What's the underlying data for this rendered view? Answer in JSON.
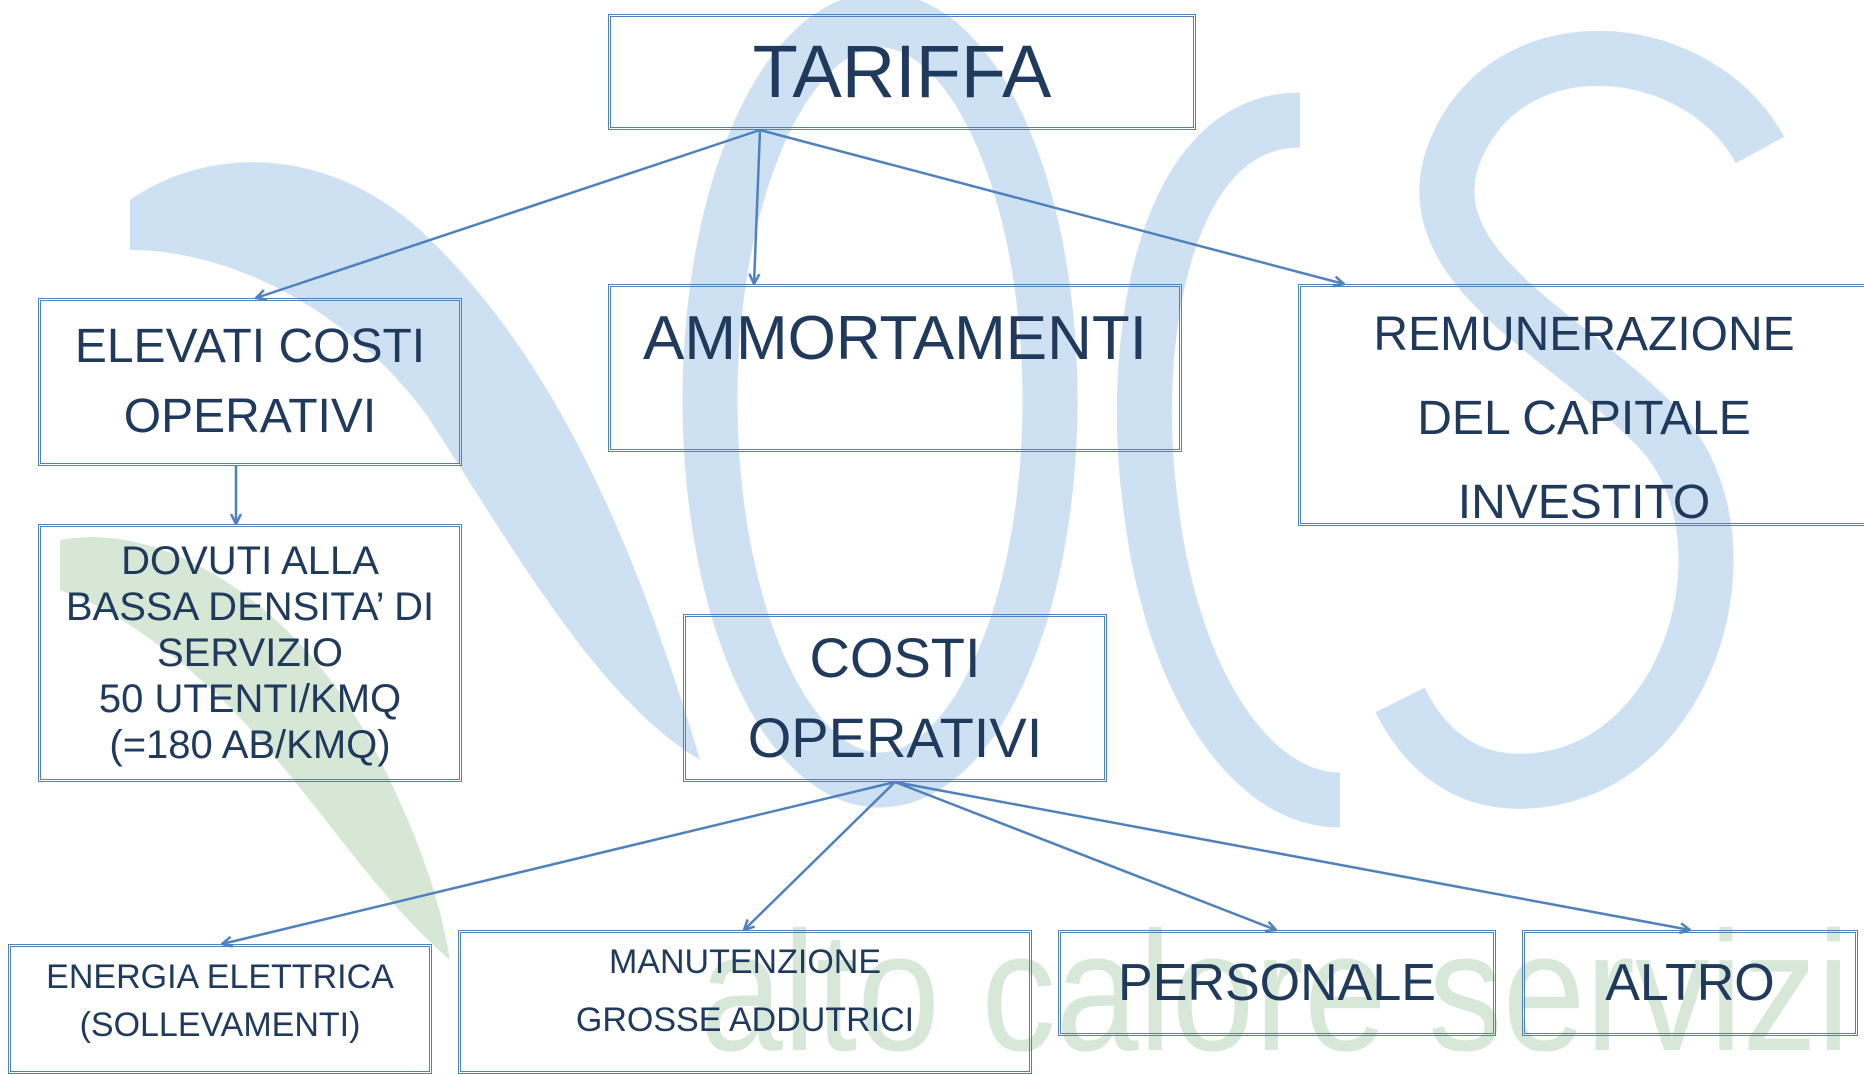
{
  "colors": {
    "box_border": "#4f81bd",
    "arrow": "#4f81bd",
    "text": "#1f3a5c",
    "watermark_blue": "#c6dcf1",
    "watermark_green": "#cfe3cf"
  },
  "watermark": {
    "logo_icon": "water-drop-logo",
    "text": "alto calore servizi"
  },
  "nodes": {
    "tariffa": {
      "lines": [
        "TARIFFA"
      ]
    },
    "elevati": {
      "lines": [
        "ELEVATI COSTI",
        "OPERATIVI"
      ]
    },
    "ammortamenti": {
      "lines": [
        "AMMORTAMENTI"
      ]
    },
    "remunerazione": {
      "lines": [
        "REMUNERAZIONE",
        "DEL CAPITALE",
        "INVESTITO"
      ]
    },
    "dovuti": {
      "lines": [
        "DOVUTI ALLA",
        "BASSA DENSITA’ DI",
        "SERVIZIO",
        "50 UTENTI/KMQ",
        "(=180 AB/KMQ)"
      ]
    },
    "costi": {
      "lines": [
        "COSTI",
        "OPERATIVI"
      ]
    },
    "energia": {
      "lines": [
        "ENERGIA ELETTRICA",
        "(SOLLEVAMENTI)"
      ]
    },
    "manutenzione": {
      "lines": [
        "MANUTENZIONE",
        "GROSSE ADDUTRICI"
      ]
    },
    "personale": {
      "lines": [
        "PERSONALE"
      ]
    },
    "altro": {
      "lines": [
        "ALTRO"
      ]
    }
  },
  "edges": [
    {
      "from": "tariffa",
      "to": "elevati"
    },
    {
      "from": "tariffa",
      "to": "ammortamenti"
    },
    {
      "from": "tariffa",
      "to": "remunerazione"
    },
    {
      "from": "elevati",
      "to": "dovuti"
    },
    {
      "from": "costi",
      "to": "energia"
    },
    {
      "from": "costi",
      "to": "manutenzione"
    },
    {
      "from": "costi",
      "to": "personale"
    },
    {
      "from": "costi",
      "to": "altro"
    }
  ]
}
